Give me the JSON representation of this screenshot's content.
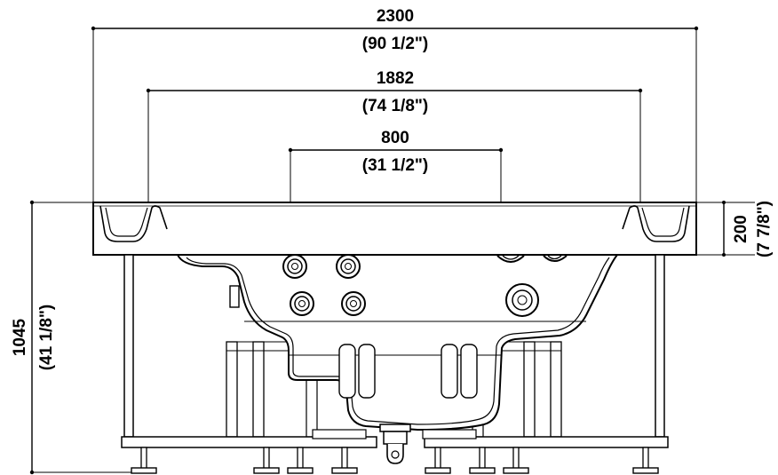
{
  "dimensions": {
    "overall_width": {
      "mm": "2300",
      "inch": "(90 1/2\")"
    },
    "inner_width": {
      "mm": "1882",
      "inch": "(74 1/8\")"
    },
    "seat_width": {
      "mm": "800",
      "inch": "(31 1/2\")"
    },
    "rim_height": {
      "mm": "200",
      "inch": "(7 7/8\")"
    },
    "total_height": {
      "mm": "1045",
      "inch": "(41 1/8\")"
    }
  },
  "colors": {
    "line": "#000000",
    "background": "#ffffff"
  }
}
